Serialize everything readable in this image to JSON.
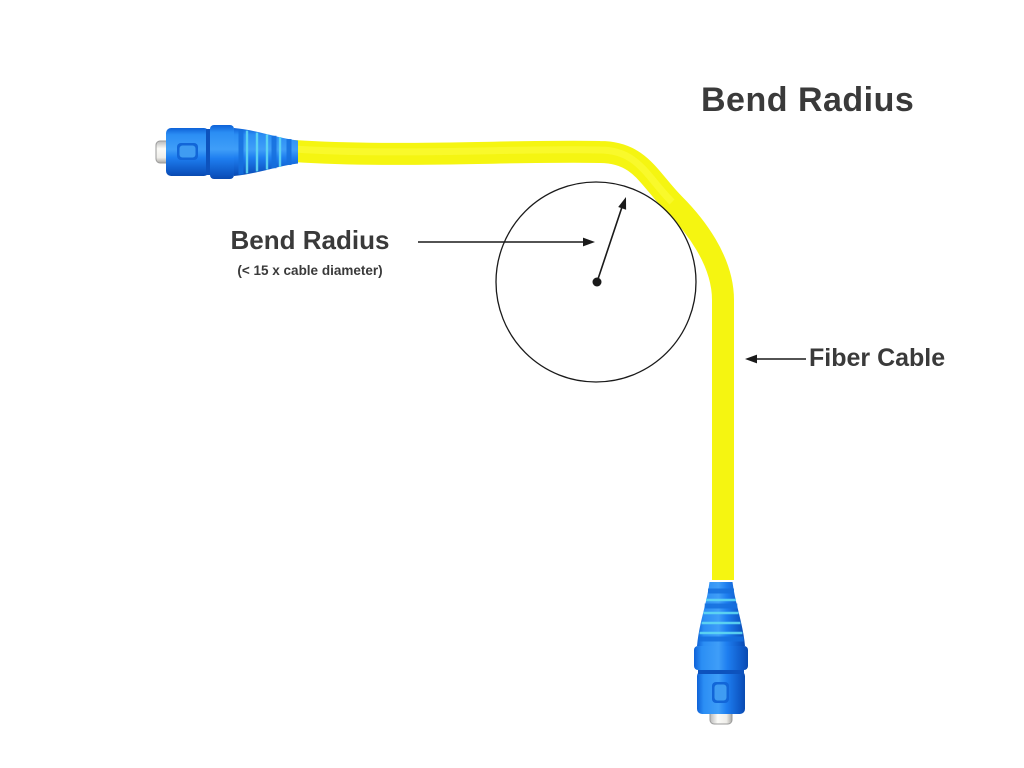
{
  "title": "Bend Radius",
  "annotations": {
    "bend_radius": {
      "label": "Bend Radius",
      "note": "(< 15 x cable diameter)"
    },
    "fiber_cable": {
      "label": "Fiber Cable"
    }
  },
  "figure": {
    "parts": [
      "fiber-cable",
      "sc-connector-left",
      "sc-connector-bottom",
      "bend-radius-circle",
      "radius-arrow",
      "bend-center-dot"
    ]
  },
  "colors": {
    "text_dark": "#3a3a3a",
    "line_dark": "#1a1a1a",
    "cable_yellow": "#f5f511",
    "connector_blue": "#1e7ef0",
    "connector_blue_dark": "#0d55c2",
    "connector_blue_light": "#45a6f6",
    "connector_stripe_cyan": "#5fd8f2",
    "ferrule_white": "#f2f1ee"
  }
}
